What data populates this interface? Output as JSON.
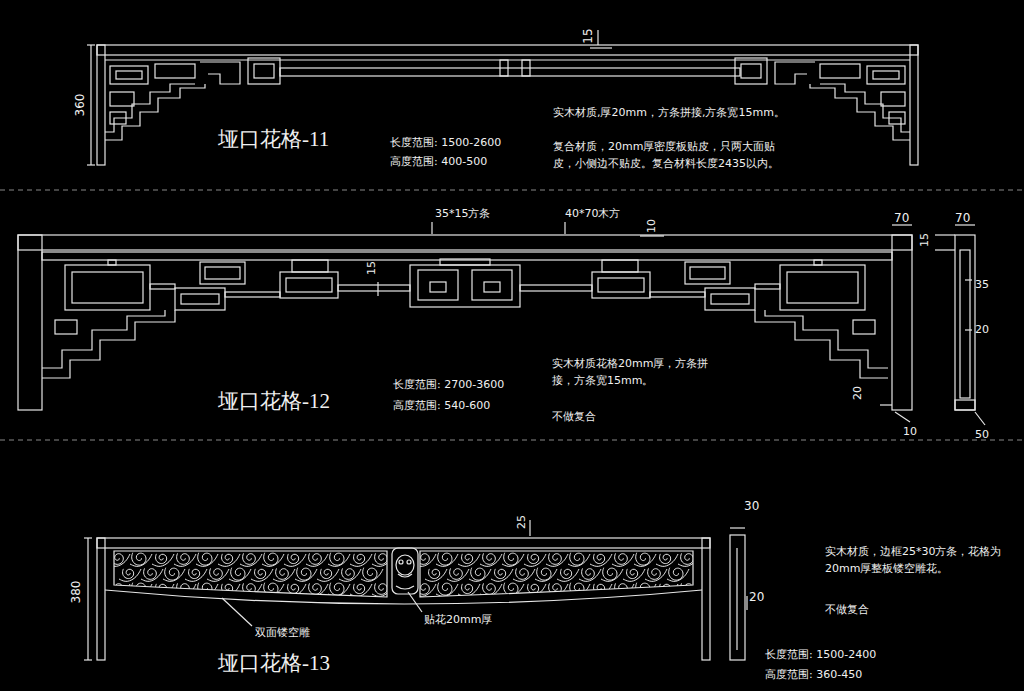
{
  "diagram": {
    "labels": [
      "360",
      "15",
      "垭口花格-11",
      "长度范围: 1500-2600",
      "高度范围: 400-500",
      "实木材质,厚20mm，方条拼接,方条宽15mm。",
      "复合材质，20mm厚密度板贴皮，只两大面贴皮，小侧边不贴皮。复合材料长度2435以内。",
      "35*15方条",
      "40*70木方",
      "10",
      "15",
      "70",
      "70",
      "15",
      "35",
      "20",
      "20",
      "10",
      "50",
      "垭口花格-12",
      "长度范围: 2700-3600",
      "高度范围: 540-600",
      "实木材质花格20mm厚，方条拼接，方条宽15mm。",
      "不做复合",
      "380",
      "25",
      "30",
      "20",
      "双面镂空雕",
      "贴花20mm厚",
      "垭口花格-13",
      "实木材质，边框25*30方条，花格为20mm厚整板镂空雕花。",
      "不做复合",
      "长度范围: 1500-2400",
      "高度范围: 360-450"
    ]
  }
}
